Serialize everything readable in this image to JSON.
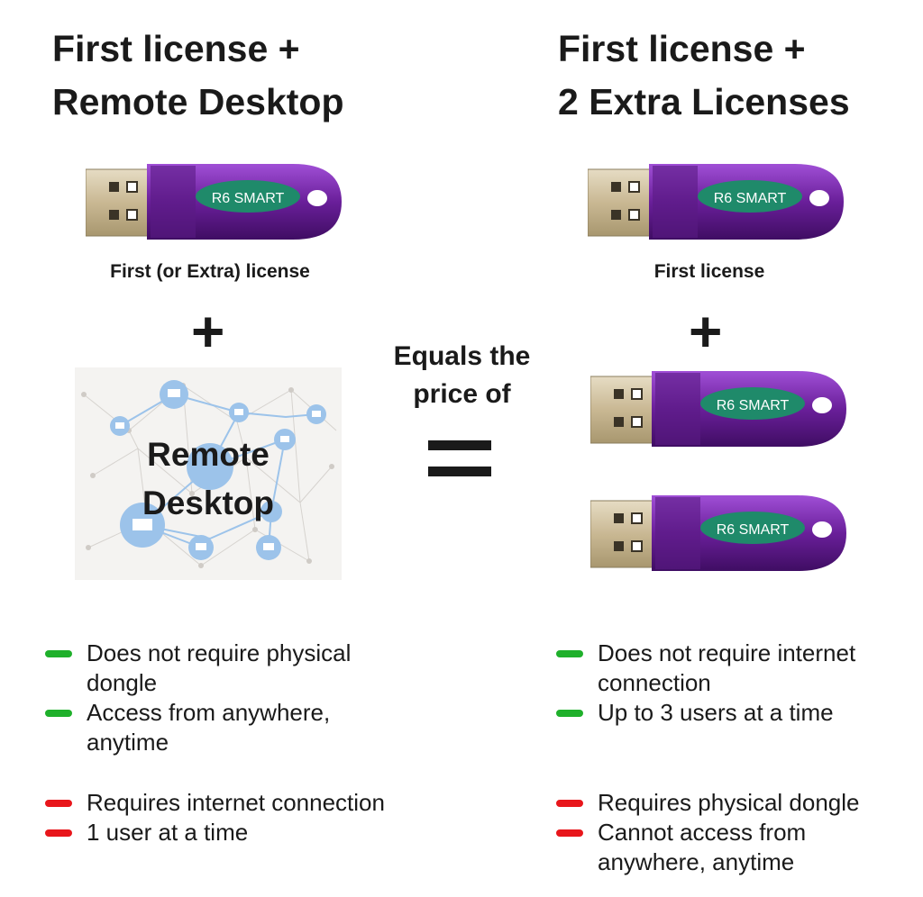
{
  "left": {
    "heading_line1": "First license +",
    "heading_line2": "Remote Desktop",
    "dongle_caption": "First (or Extra) license",
    "plus_sign": "+",
    "remote_desktop_label_line1": "Remote",
    "remote_desktop_label_line2": "Desktop",
    "pros": [
      "Does not require physical dongle",
      "Access from anywhere, anytime"
    ],
    "cons": [
      "Requires internet connection",
      "1 user at a time"
    ]
  },
  "middle": {
    "equals_line1": "Equals the",
    "equals_line2": "price of"
  },
  "right": {
    "heading_line1": "First license +",
    "heading_line2": "2 Extra Licenses",
    "dongle_caption": "First license",
    "plus_sign": "+",
    "pros": [
      "Does not require internet connection",
      "Up to 3 users at a time"
    ],
    "cons": [
      "Requires physical dongle",
      "Cannot access from anywhere, anytime"
    ]
  },
  "dongle_label": "R6 SMART",
  "colors": {
    "pro": "#1fb02b",
    "con": "#e8161b",
    "dongle_purple": "#6a1f9a",
    "dongle_label_bg": "#1f8a6a",
    "network_blue": "#9cc3ea"
  }
}
